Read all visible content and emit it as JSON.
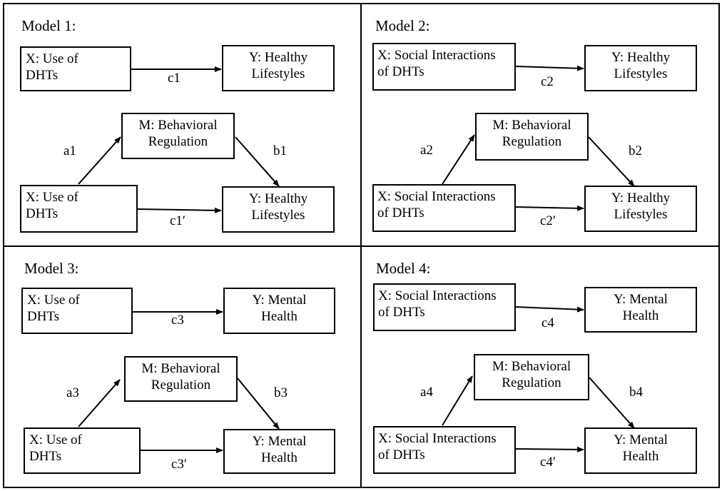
{
  "panels": [
    {
      "title": "Model 1:",
      "direct": {
        "x": [
          "X: Use of",
          "DHTs"
        ],
        "y": [
          "Y: Healthy",
          "Lifestyles"
        ],
        "c": "c1"
      },
      "mediation": {
        "m": [
          "M: Behavioral",
          "Regulation"
        ],
        "x": [
          "X: Use of",
          "DHTs"
        ],
        "y": [
          "Y: Healthy",
          "Lifestyles"
        ],
        "a": "a1",
        "b": "b1",
        "c": "c1′"
      }
    },
    {
      "title": "Model 2:",
      "direct": {
        "x": [
          "X: Social Interactions",
          "of DHTs"
        ],
        "y": [
          "Y: Healthy",
          "Lifestyles"
        ],
        "c": "c2"
      },
      "mediation": {
        "m": [
          "M: Behavioral",
          "Regulation"
        ],
        "x": [
          "X: Social Interactions",
          "of DHTs"
        ],
        "y": [
          "Y: Healthy",
          "Lifestyles"
        ],
        "a": "a2",
        "b": "b2",
        "c": "c2′"
      }
    },
    {
      "title": "Model 3:",
      "direct": {
        "x": [
          "X: Use of",
          "DHTs"
        ],
        "y": [
          "Y: Mental",
          "Health"
        ],
        "c": "c3"
      },
      "mediation": {
        "m": [
          "M: Behavioral",
          "Regulation"
        ],
        "x": [
          "X: Use of",
          "DHTs"
        ],
        "y": [
          "Y: Mental",
          "Health"
        ],
        "a": "a3",
        "b": "b3",
        "c": "c3′"
      }
    },
    {
      "title": "Model 4:",
      "direct": {
        "x": [
          "X: Social Interactions",
          "of DHTs"
        ],
        "y": [
          "Y: Mental",
          "Health"
        ],
        "c": "c4"
      },
      "mediation": {
        "m": [
          "M: Behavioral",
          "Regulation"
        ],
        "x": [
          "X: Social Interactions",
          "of DHTs"
        ],
        "y": [
          "Y: Mental",
          "Health"
        ],
        "a": "a4",
        "b": "b4",
        "c": "c4′"
      }
    }
  ]
}
